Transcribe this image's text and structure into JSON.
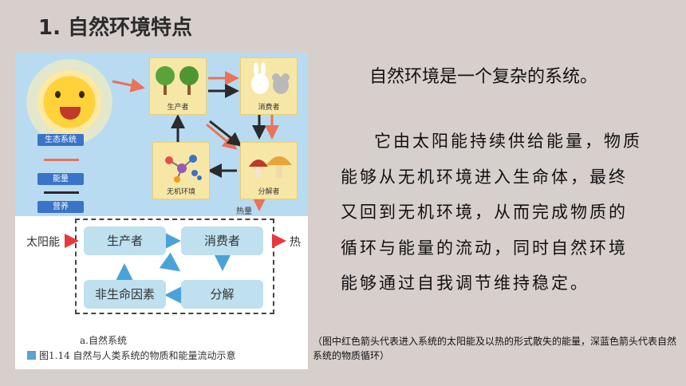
{
  "slide": {
    "title": "1. 自然环境特点",
    "heading": "自然环境是一个复杂的系统。",
    "paragraph": "它由太阳能持续供给能量，物质能够从无机环境进入生命体，最终又回到无机环境，从而完成物质的循环与能量的流动，同时自然环境能够通过自我调节维持稳定。",
    "note": "（图中红色箭头代表进入系统的太阳能及以热的形式散失的能量，深蓝色箭头代表自然系统的物质循环）"
  },
  "figure": {
    "upper": {
      "panels": {
        "producer": "生产者",
        "consumer": "消费者",
        "abiotic": "无机环境",
        "decomposer": "分解者"
      },
      "legend": {
        "ecosystem": "生态系统",
        "energy": "能量",
        "nutrient": "营养"
      },
      "heat": "热量"
    },
    "lower": {
      "sun_label": "太阳能",
      "heat_label": "热",
      "nodes": {
        "producer": "生产者",
        "consumer": "消费者",
        "nonliving": "非生命因素",
        "decompose": "分解"
      }
    },
    "caption_a": "a.自然系统",
    "caption_fig": "图1.14   自然与人类系统的物质和能量流动示意"
  },
  "colors": {
    "red_arrow": "#e8735a",
    "dark_arrow": "#2a2a2a",
    "blue_arrow": "#4aa3d8",
    "node_fill": "#bfe0ef"
  }
}
